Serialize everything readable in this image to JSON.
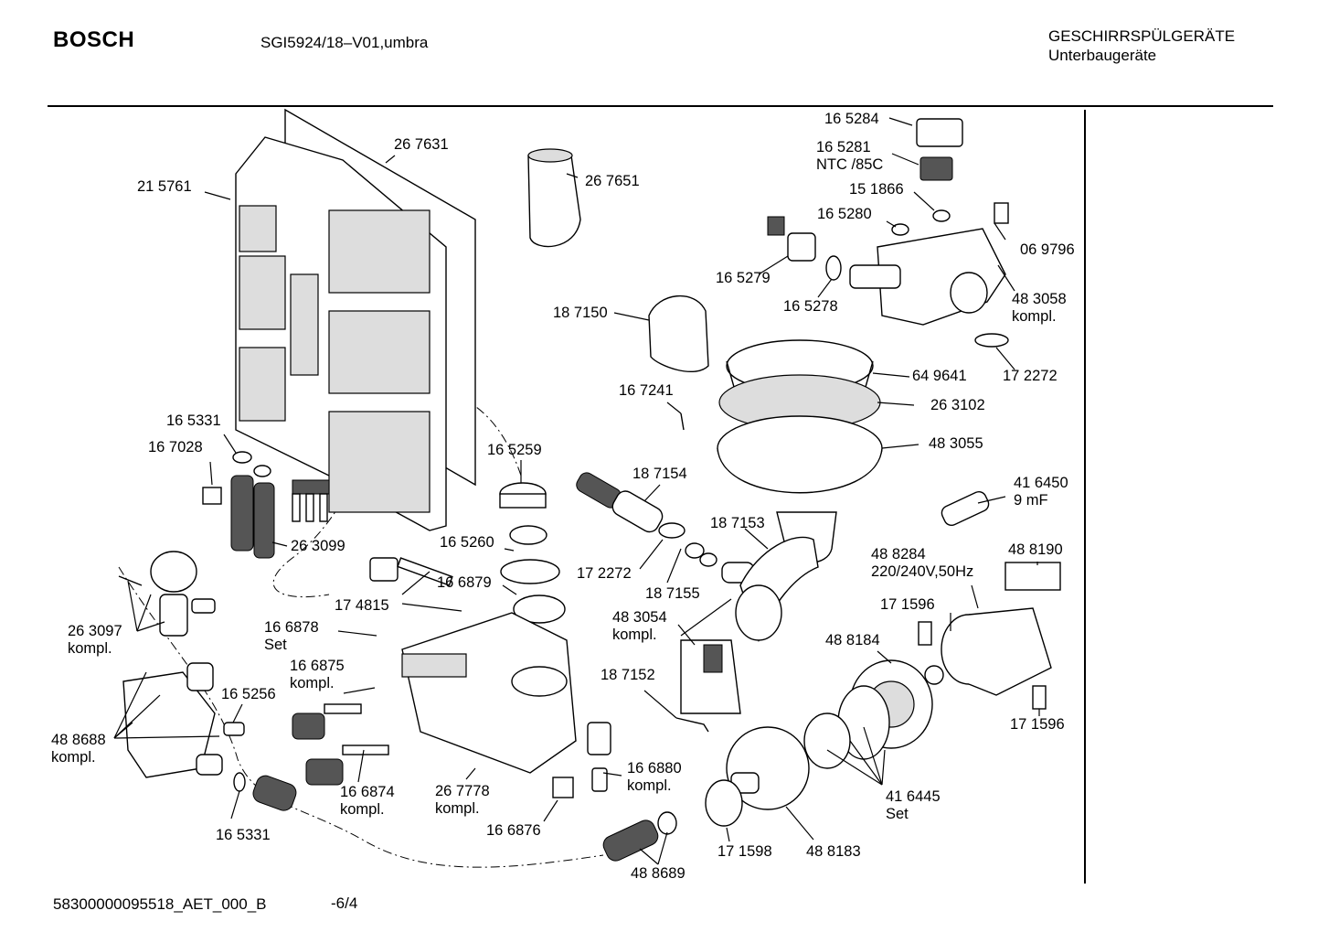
{
  "header": {
    "brand": "BOSCH",
    "model": "SGI5924/18–V01,umbra",
    "category_line1": "GESCHIRRSPÜLGERÄTE",
    "category_line2": "Unterbaugeräte"
  },
  "footer": {
    "doc_id": "58300000095518_AET_000_B",
    "page": "-6/4"
  },
  "part_labels": [
    {
      "id": "p165284",
      "text": "16 5284"
    },
    {
      "id": "p165281",
      "text": "16 5281\nNTC /85C"
    },
    {
      "id": "p267631",
      "text": "26 7631"
    },
    {
      "id": "p215761",
      "text": "21 5761"
    },
    {
      "id": "p267651",
      "text": "26 7651"
    },
    {
      "id": "p151866",
      "text": "15 1866"
    },
    {
      "id": "p165280",
      "text": "16 5280"
    },
    {
      "id": "p069796",
      "text": "06 9796"
    },
    {
      "id": "p165279",
      "text": "16 5279"
    },
    {
      "id": "p165278",
      "text": "16 5278"
    },
    {
      "id": "p483058",
      "text": "48 3058\nkompl."
    },
    {
      "id": "p187150",
      "text": "18 7150"
    },
    {
      "id": "p649641",
      "text": "64 9641"
    },
    {
      "id": "p172272a",
      "text": "17 2272"
    },
    {
      "id": "p167241",
      "text": "16 7241"
    },
    {
      "id": "p263102",
      "text": "26 3102"
    },
    {
      "id": "p165331a",
      "text": "16 5331"
    },
    {
      "id": "p167028",
      "text": "16 7028"
    },
    {
      "id": "p483055",
      "text": "48 3055"
    },
    {
      "id": "p165259",
      "text": "16 5259"
    },
    {
      "id": "p187154",
      "text": "18 7154"
    },
    {
      "id": "p416450",
      "text": "41 6450\n9 mF"
    },
    {
      "id": "p263099",
      "text": "26 3099"
    },
    {
      "id": "p187153",
      "text": "18 7153"
    },
    {
      "id": "p165260",
      "text": "16 5260"
    },
    {
      "id": "p488284",
      "text": "48 8284\n220/240V,50Hz"
    },
    {
      "id": "p488190",
      "text": "48 8190"
    },
    {
      "id": "p172272b",
      "text": "17 2272"
    },
    {
      "id": "p166879",
      "text": "16 6879"
    },
    {
      "id": "p174815",
      "text": "17 4815"
    },
    {
      "id": "p187155",
      "text": "18 7155"
    },
    {
      "id": "p171596a",
      "text": "17 1596"
    },
    {
      "id": "p263097",
      "text": "26 3097\nkompl."
    },
    {
      "id": "p166878",
      "text": "16 6878\nSet"
    },
    {
      "id": "p483054",
      "text": "48 3054\nkompl."
    },
    {
      "id": "p488184",
      "text": "48 8184"
    },
    {
      "id": "p166875",
      "text": "16 6875\nkompl."
    },
    {
      "id": "p187152",
      "text": "18 7152"
    },
    {
      "id": "p165256",
      "text": "16 5256"
    },
    {
      "id": "p171596b",
      "text": "17 1596"
    },
    {
      "id": "p488688",
      "text": "48 8688\nkompl."
    },
    {
      "id": "p166880",
      "text": "16 6880\nkompl."
    },
    {
      "id": "p166874",
      "text": "16 6874\nkompl."
    },
    {
      "id": "p277778",
      "text": "26 7778\nkompl."
    },
    {
      "id": "p416445",
      "text": "41 6445\nSet"
    },
    {
      "id": "p165331b",
      "text": "16 5331"
    },
    {
      "id": "p166876",
      "text": "16 6876"
    },
    {
      "id": "p171598",
      "text": "17 1598"
    },
    {
      "id": "p488183",
      "text": "48 8183"
    },
    {
      "id": "p488689",
      "text": "48 8689"
    }
  ]
}
